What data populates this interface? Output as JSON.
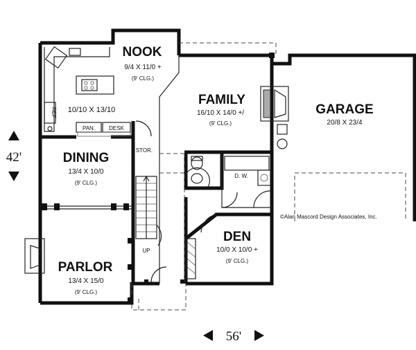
{
  "rooms": {
    "nook": {
      "name": "NOOK",
      "dim": "9/4 X 11/0 +",
      "clg": "(9' CLG.)"
    },
    "kitchen": {
      "dim": "10/10 X 13/10"
    },
    "family": {
      "name": "FAMILY",
      "dim": "16/10 X 14/0 +/",
      "clg": "(9' CLG.)"
    },
    "garage": {
      "name": "GARAGE",
      "dim": "20/8 X 23/4"
    },
    "dining": {
      "name": "DINING",
      "dim": "13/4 X 10/0",
      "clg": "(9' CLG.)"
    },
    "den": {
      "name": "DEN",
      "dim": "10/0 X 10/0 +",
      "clg": "(9' CLG.)"
    },
    "parlor": {
      "name": "PARLOR",
      "dim": "13/4 X 15/0",
      "clg": "(9' CLG.)"
    }
  },
  "labels": {
    "pan": "PAN.",
    "desk": "DESK",
    "ref": "REF",
    "stor": "STOR.",
    "dw": "D. W.",
    "up": "UP",
    "copyright": "©Alan Mascord Design Associates, Inc."
  },
  "dimensions": {
    "depth": "42'",
    "width": "56'"
  }
}
